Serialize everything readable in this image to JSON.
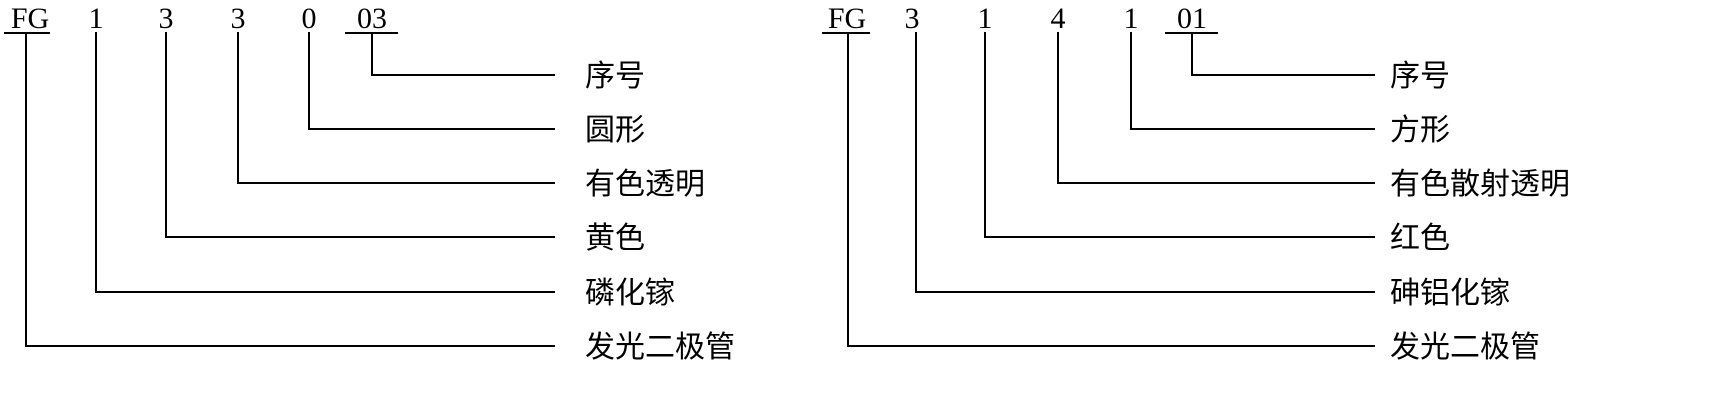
{
  "diagrams": [
    {
      "codes": [
        "FG",
        "1",
        "3",
        "3",
        "0",
        "03"
      ],
      "labels": [
        "序号",
        "圆形",
        "有色透明",
        "黄色",
        "磷化镓",
        "发光二极管"
      ]
    },
    {
      "codes": [
        "FG",
        "3",
        "1",
        "4",
        "1",
        "01"
      ],
      "labels": [
        "序号",
        "方形",
        "有色散射透明",
        "红色",
        "砷铝化镓",
        "发光二极管"
      ]
    }
  ]
}
